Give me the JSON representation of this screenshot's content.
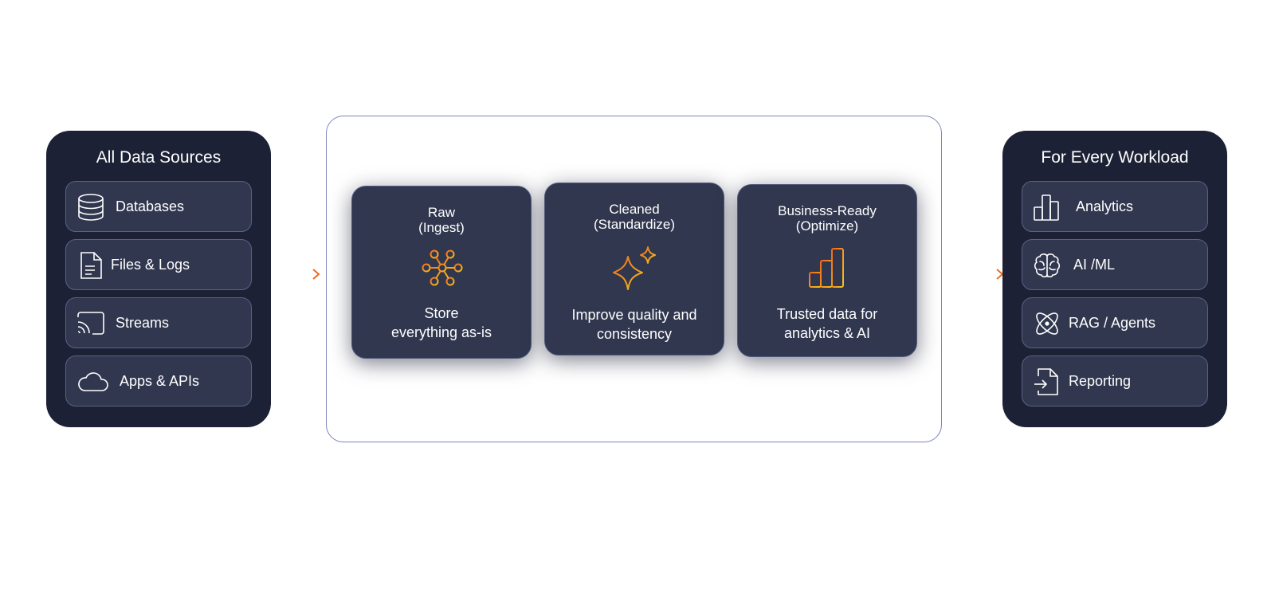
{
  "sources": {
    "title": "All Data Sources",
    "items": [
      {
        "label": "Databases",
        "icon": "database-icon"
      },
      {
        "label": "Files & Logs",
        "icon": "file-icon"
      },
      {
        "label": "Streams",
        "icon": "stream-icon"
      },
      {
        "label": "Apps & APIs",
        "icon": "cloud-icon"
      }
    ]
  },
  "center": {
    "stages": [
      {
        "title_line1": "Raw",
        "title_line2": "(Ingest)",
        "icon": "network-hub-icon",
        "desc_line1": "Store",
        "desc_line2": "everything as-is"
      },
      {
        "title_line1": "Cleaned",
        "title_line2": "(Standardize)",
        "icon": "sparkle-icon",
        "desc_line1": "Improve quality and",
        "desc_line2": "consistency"
      },
      {
        "title_line1": "Business-Ready",
        "title_line2": "(Optimize)",
        "icon": "bar-chart-icon",
        "desc_line1": "Trusted data for",
        "desc_line2": "analytics & AI"
      }
    ]
  },
  "workloads": {
    "title": "For Every Workload",
    "items": [
      {
        "label": "Analytics",
        "icon": "analytics-icon"
      },
      {
        "label": "AI /ML",
        "icon": "brain-icon"
      },
      {
        "label": "RAG / Agents",
        "icon": "atom-icon"
      },
      {
        "label": "Reporting",
        "icon": "report-icon"
      }
    ]
  },
  "colors": {
    "panel_bg": "#1c2135",
    "card_bg": "#30374f",
    "accent_orange": "#f26a1b",
    "accent_yellow": "#f6c21a",
    "frame_border": "#7d86b8"
  }
}
